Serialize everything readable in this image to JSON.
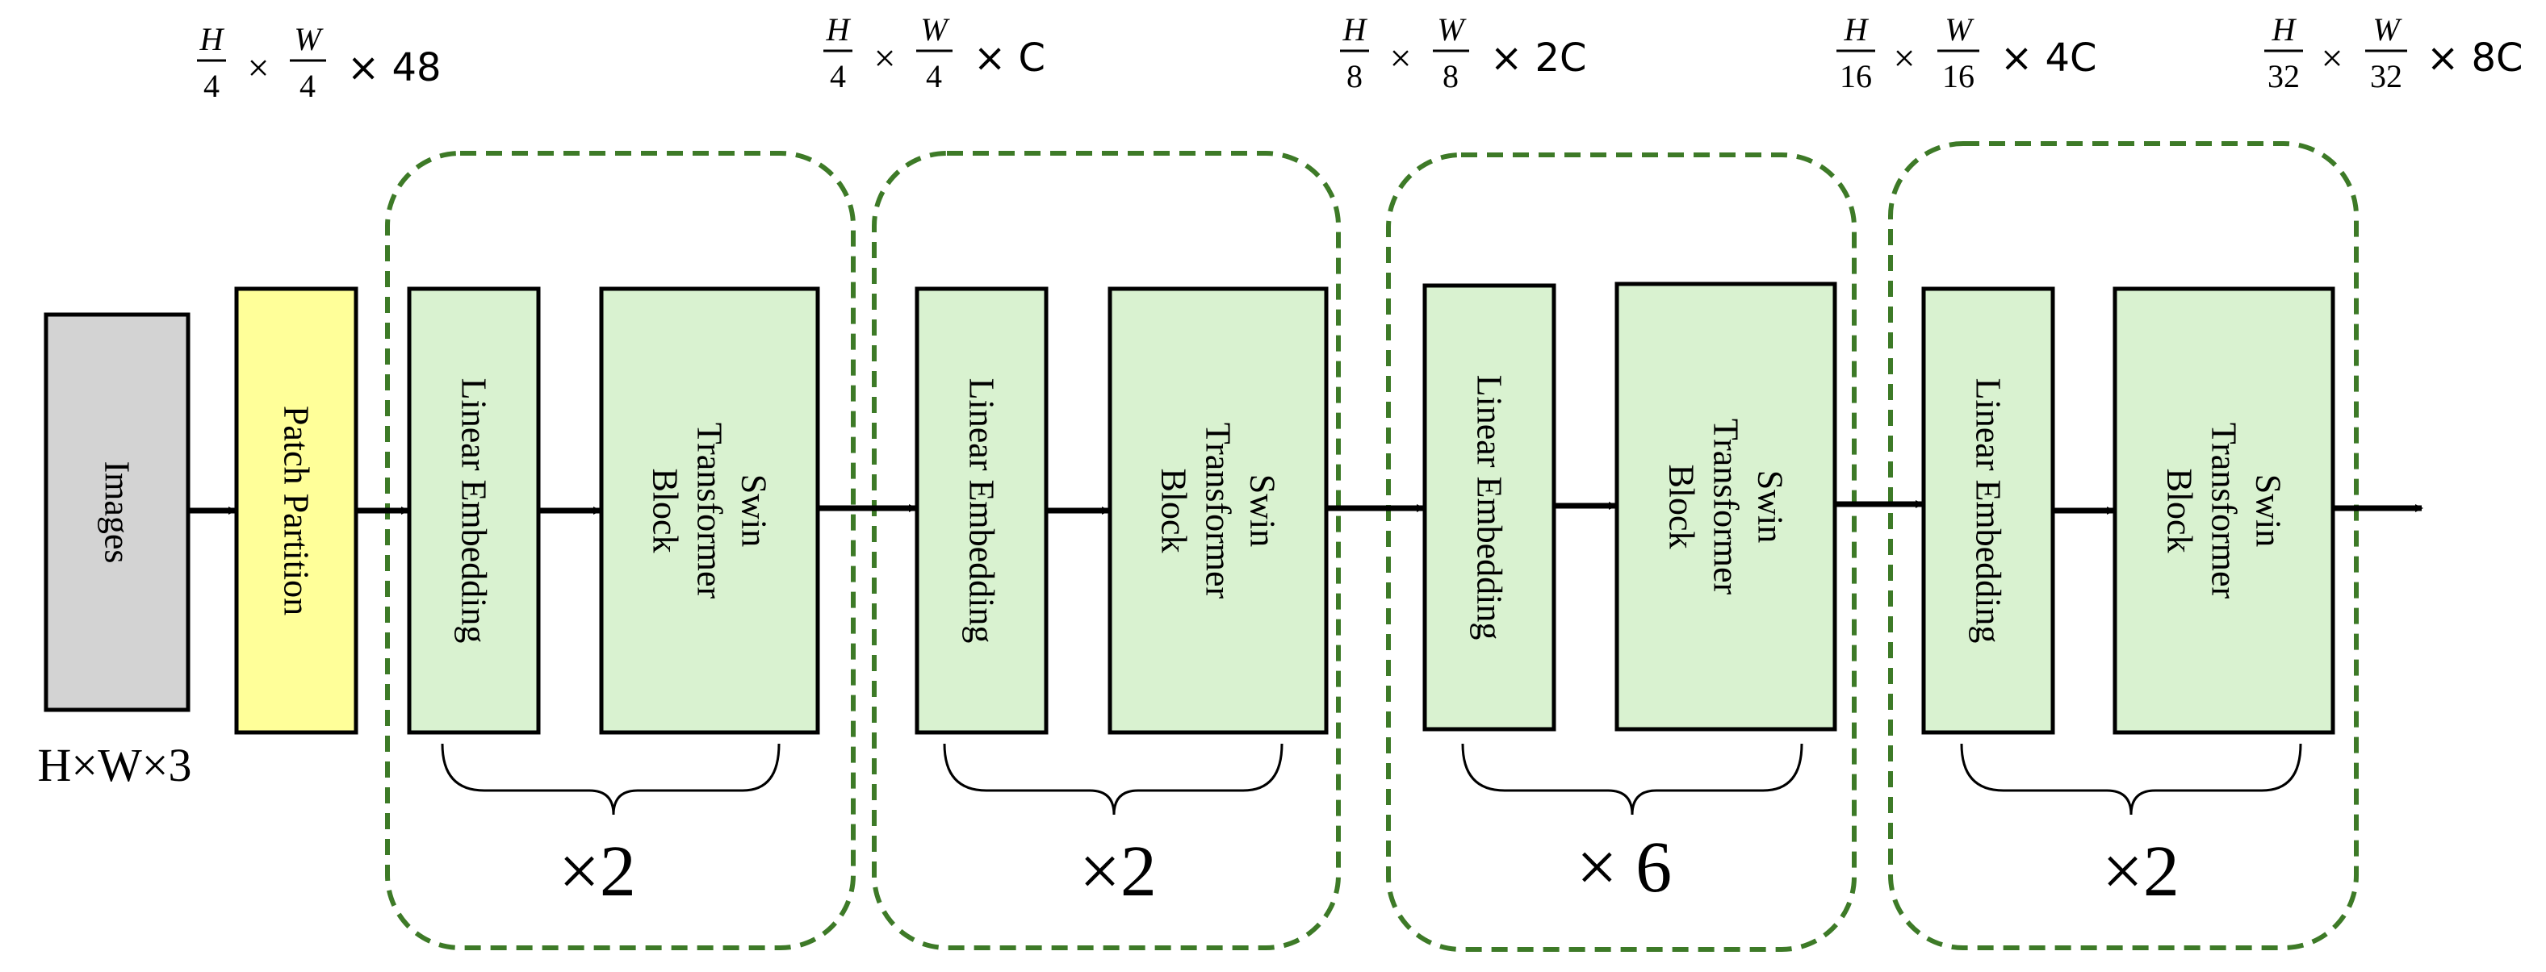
{
  "input": {
    "label": "Images",
    "size_label": "H×W×3",
    "fill": "#d3d3d3"
  },
  "patch_partition": {
    "label": "Patch Partition",
    "fill": "#ffff99",
    "dims": {
      "num1": "H",
      "den1": "4",
      "num2": "W",
      "den2": "4",
      "times": "×",
      "channels": "× 48"
    }
  },
  "stages": [
    {
      "dims": {
        "num1": "H",
        "den1": "4",
        "num2": "W",
        "den2": "4",
        "times": "×",
        "channels": "× C"
      },
      "linear_label": "Linear Embedding",
      "swin_label": [
        "Swin",
        "Transformer",
        "Block"
      ],
      "repeat": "×2"
    },
    {
      "dims": {
        "num1": "H",
        "den1": "8",
        "num2": "W",
        "den2": "8",
        "times": "×",
        "channels": "× 2C"
      },
      "linear_label": "Linear Embedding",
      "swin_label": [
        "Swin",
        "Transformer",
        "Block"
      ],
      "repeat": "×2"
    },
    {
      "dims": {
        "num1": "H",
        "den1": "16",
        "num2": "W",
        "den2": "16",
        "times": "×",
        "channels": "× 4C"
      },
      "linear_label": "Linear Embedding",
      "swin_label": [
        "Swin",
        "Transformer",
        "Block"
      ],
      "repeat": "× 6"
    },
    {
      "dims": {
        "num1": "H",
        "den1": "32",
        "num2": "W",
        "den2": "32",
        "times": "×",
        "channels": "× 8C"
      },
      "linear_label": "Linear Embedding",
      "swin_label": [
        "Swin",
        "Transformer",
        "Block"
      ],
      "repeat": "×2"
    }
  ],
  "colors": {
    "block_fill": "#d9f2d0",
    "stage_border": "#3d7a27",
    "stroke": "#000000"
  }
}
